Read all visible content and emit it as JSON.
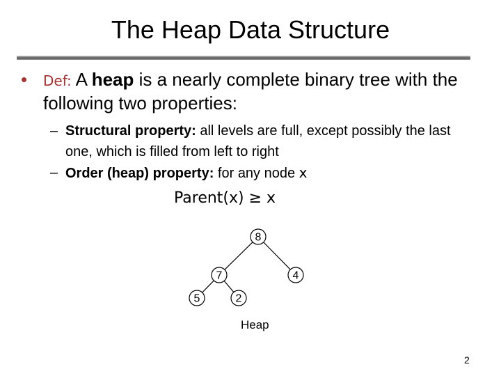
{
  "slide": {
    "title": "The Heap Data Structure",
    "page_number": "2"
  },
  "bullet": {
    "marker": "•",
    "def_label": "Def:",
    "text_1": " A ",
    "keyword": "heap",
    "text_2": " is a nearly complete binary tree with the following two properties:"
  },
  "subpoints": [
    {
      "marker": "–",
      "heading": "Structural property:",
      "text": " all levels are full, except possibly the last one, which is filled from left to right"
    },
    {
      "marker": "–",
      "heading": "Order (heap) property:",
      "text": " for any node ",
      "variable": "x"
    }
  ],
  "formula": "Parent(x) ≥ x",
  "tree": {
    "caption": "Heap",
    "nodes": [
      {
        "id": "root",
        "value": "8"
      },
      {
        "id": "left",
        "value": "7"
      },
      {
        "id": "right",
        "value": "4"
      },
      {
        "id": "left-left",
        "value": "5"
      },
      {
        "id": "left-right",
        "value": "2"
      }
    ],
    "edges": [
      [
        "root",
        "left"
      ],
      [
        "root",
        "right"
      ],
      [
        "left",
        "left-left"
      ],
      [
        "left",
        "left-right"
      ]
    ]
  },
  "colors": {
    "accent": "#a83232",
    "text": "#000000",
    "background": "#ffffff"
  }
}
